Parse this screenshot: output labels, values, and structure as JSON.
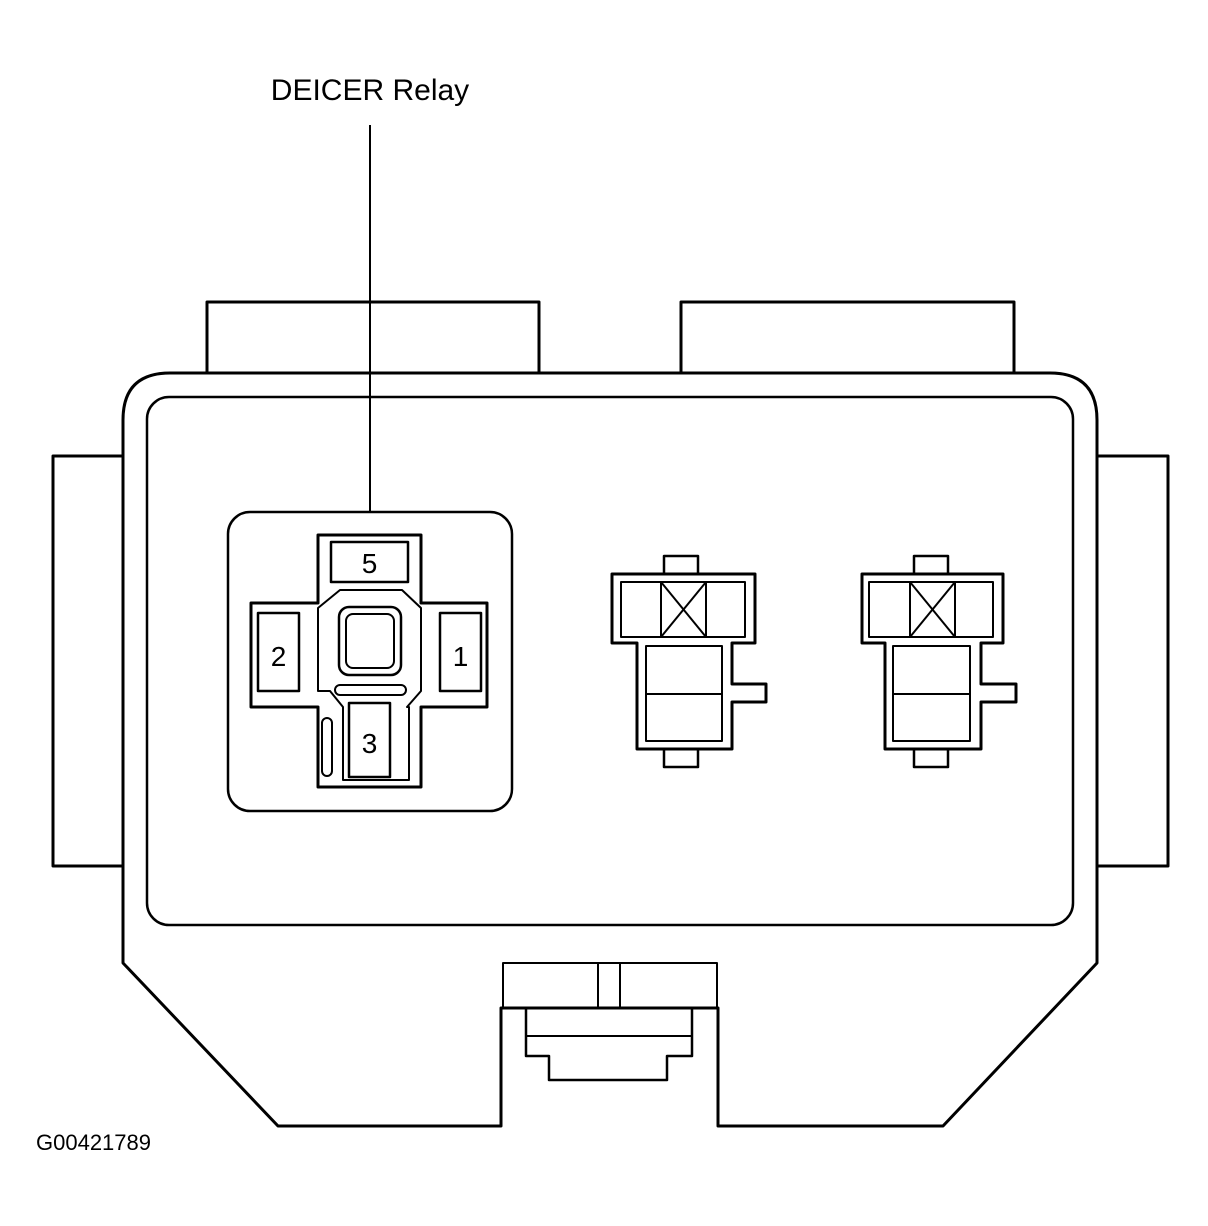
{
  "diagram": {
    "callout_label": "DEICER Relay",
    "figure_id": "G00421789",
    "relay_terminals": {
      "top": "5",
      "left": "2",
      "right": "1",
      "bottom": "3"
    }
  },
  "colors": {
    "line": "#000000",
    "background": "#ffffff"
  }
}
